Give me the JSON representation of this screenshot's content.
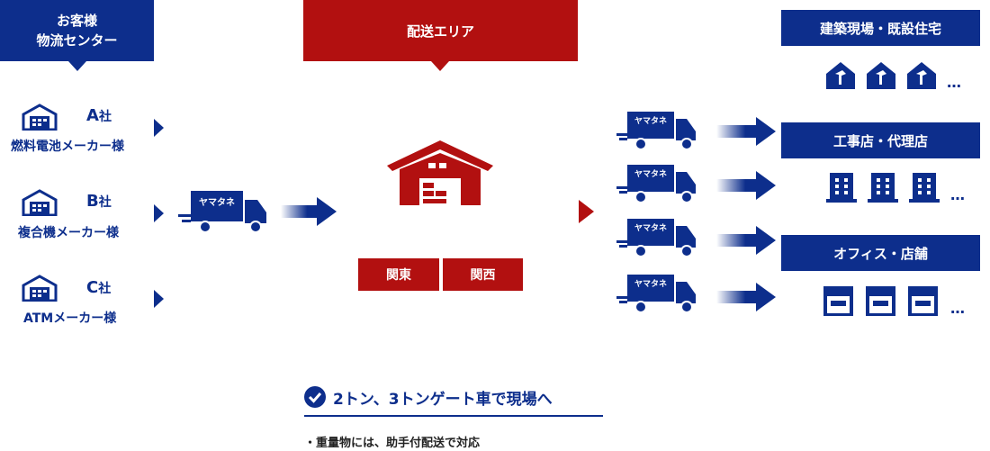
{
  "customer_header": {
    "line1": "お客様",
    "line2": "物流センター"
  },
  "delivery_header": "配送エリア",
  "customers": [
    {
      "letter": "A",
      "suffix": "社",
      "name": "燃料電池メーカー様"
    },
    {
      "letter": "B",
      "suffix": "社",
      "name": "複合機メーカー様"
    },
    {
      "letter": "C",
      "suffix": "社",
      "name": "ATMメーカー様"
    }
  ],
  "truck_label": "ヤマタネ",
  "regions": [
    "関東",
    "関西"
  ],
  "destinations": [
    {
      "label": "建築現場・既設住宅",
      "icon": "house-icon"
    },
    {
      "label": "工事店・代理店",
      "icon": "building-icon"
    },
    {
      "label": "オフィス・店舗",
      "icon": "shop-icon"
    }
  ],
  "ellipsis": "…",
  "feature": {
    "title": "2トン、3トンゲート車で現場へ",
    "note": "・重量物には、助手付配送で対応"
  },
  "colors": {
    "navy": "#0d2e8c",
    "red": "#b21010"
  }
}
